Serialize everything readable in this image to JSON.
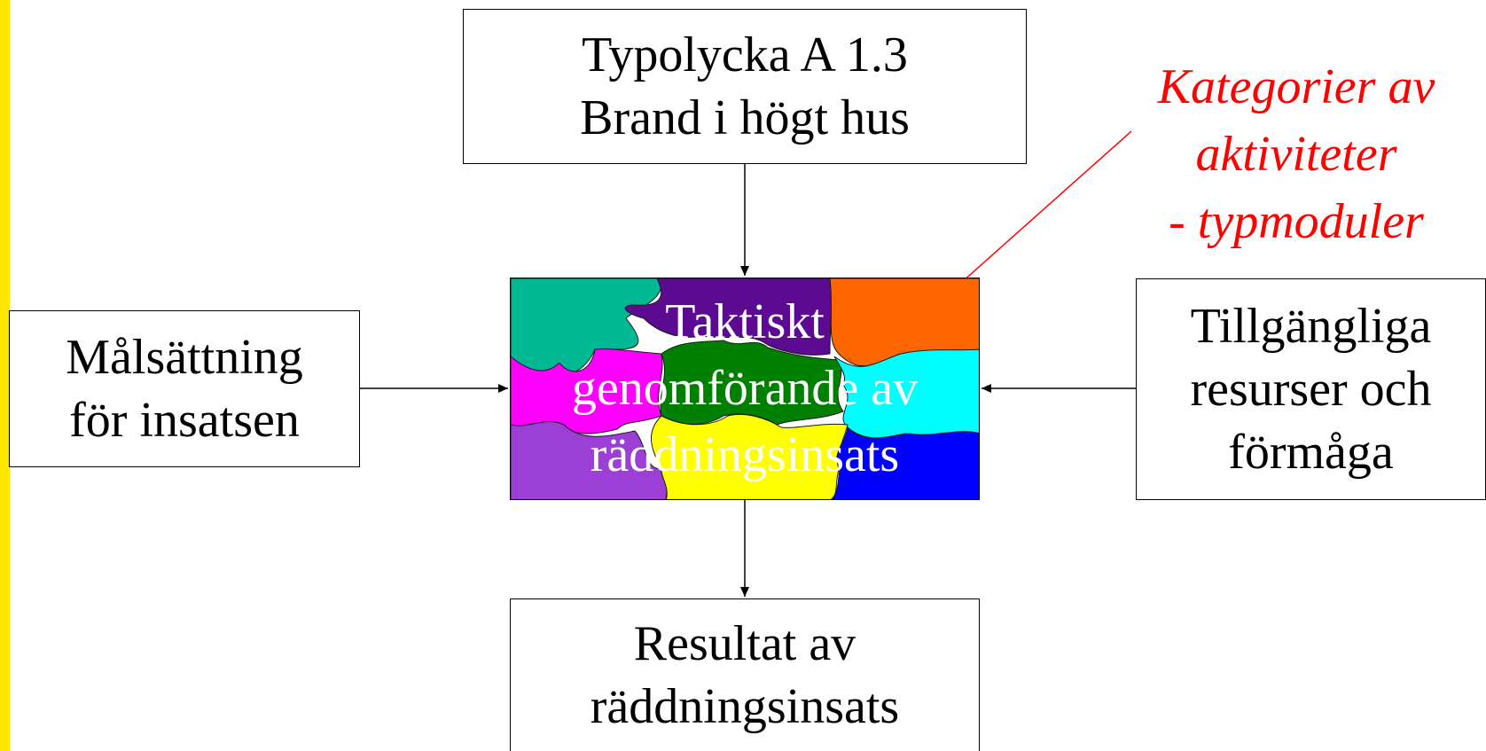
{
  "diagram": {
    "top_box": {
      "lines": [
        "Typolycka A 1.3",
        "Brand i högt hus"
      ]
    },
    "left_box": {
      "lines": [
        "Målsättning",
        "för insatsen"
      ]
    },
    "right_box": {
      "lines": [
        "Tillgängliga",
        "resurser och",
        "förmåga"
      ]
    },
    "bottom_box": {
      "lines": [
        "Resultat av",
        "räddningsinsats"
      ]
    },
    "center": {
      "lines": [
        "Taktiskt",
        "genomförande av",
        "räddningsinsats"
      ]
    },
    "annotation": {
      "lines": [
        "Kategorier av",
        "aktiviteter",
        "- typmoduler"
      ]
    }
  },
  "colors": {
    "side_strip": "#ffe600",
    "annotation": "#ff0000",
    "puzzle": [
      "#00b894",
      "#5b0a91",
      "#ff6600",
      "#ff00ff",
      "#008000",
      "#00ffff",
      "#9b3fd6",
      "#ffff00",
      "#0000ff"
    ]
  }
}
